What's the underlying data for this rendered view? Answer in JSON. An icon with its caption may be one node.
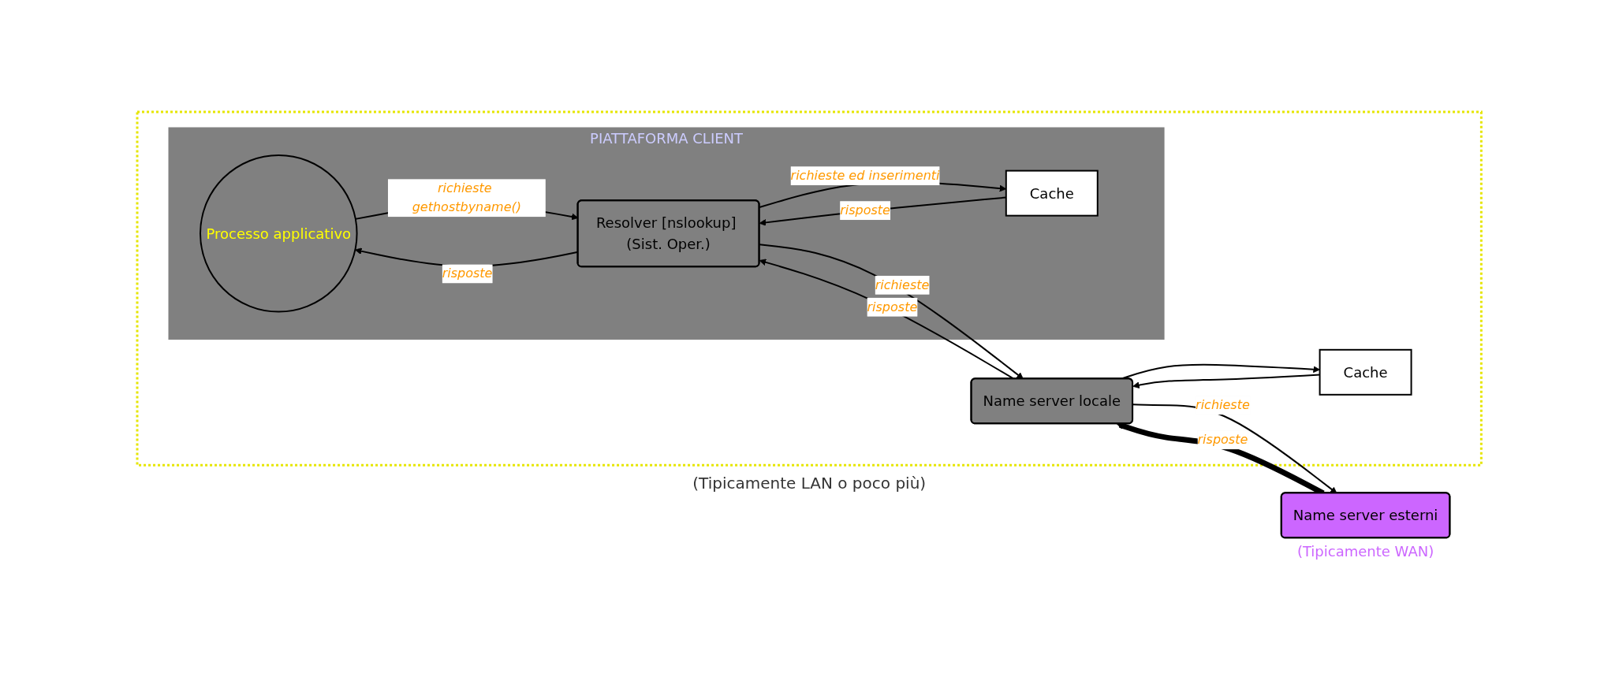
{
  "diagram": {
    "nodes": [
      {
        "text": [
          "(Tipicamente LAN o poco più)"
        ]
      },
      {
        "text": [
          "PIATTAFORMA CLIENT"
        ],
        "in": 0
      },
      {
        "text": [
          "Processo applicativo"
        ],
        "in": 1
      },
      {
        "text": [
          "Resolver [nslookup] (Sist. Oper.)"
        ],
        "in": 1
      },
      {
        "text": [
          "Cache"
        ],
        "in": 1
      },
      {
        "text": [
          "Name server locale"
        ],
        "in": 0
      },
      {
        "text": [
          "Cache"
        ],
        "in": 0
      },
      {
        "text": [
          "Name server esterni"
        ],
        "beside": [
          "(Tipicamente WAN)"
        ]
      }
    ],
    "edges": [
      {
        "from": 2,
        "to": 3,
        "arrow": "to",
        "label": "richieste gethostbyname()"
      },
      {
        "from": 3,
        "to": 2,
        "arrow": "to",
        "label": "risposte"
      },
      {
        "from": 3,
        "to": 5,
        "arrow": "to",
        "label": "richieste"
      },
      {
        "from": 5,
        "to": 3,
        "arrow": "to",
        "label": "risposte"
      },
      {
        "from": 3,
        "to": 4,
        "arrow": "to",
        "label": "richieste ed inserimenti"
      },
      {
        "from": 4,
        "to": 3,
        "arrow": "to",
        "label": "risposte"
      },
      {
        "from": 5,
        "to": 6,
        "arrow": "to"
      },
      {
        "from": 6,
        "to": 5,
        "arrow": "to"
      },
      {
        "from": 5,
        "to": 7,
        "arrow": "to",
        "label": "richieste"
      },
      {
        "from": 7,
        "to": 5,
        "arrow": "to",
        "label": "risposte",
        "style": "thick"
      }
    ]
  }
}
